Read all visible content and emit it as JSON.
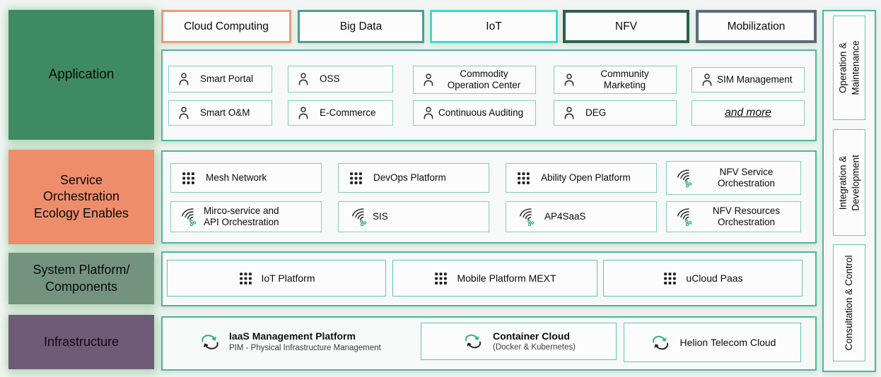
{
  "left_categories": [
    {
      "label": "Application"
    },
    {
      "label": "Service\nOrchestration\nEcology Enables"
    },
    {
      "label": "System Platform/\nComponents"
    },
    {
      "label": "Infrastructure"
    }
  ],
  "top_buttons": [
    {
      "label": "Cloud Computing"
    },
    {
      "label": "Big Data"
    },
    {
      "label": "IoT"
    },
    {
      "label": "NFV"
    },
    {
      "label": "Mobilization"
    }
  ],
  "application": {
    "items": [
      {
        "label": "Smart Portal"
      },
      {
        "label": "OSS"
      },
      {
        "label": "Commodity\nOperation Center"
      },
      {
        "label": "Community\nMarketing"
      },
      {
        "label": "SIM Management"
      },
      {
        "label": "Smart O&M"
      },
      {
        "label": "E-Commerce"
      },
      {
        "label": "Continuous Auditing"
      },
      {
        "label": "DEG"
      },
      {
        "label": "and more"
      }
    ]
  },
  "service_orchestration": {
    "items": [
      {
        "label": "Mesh Network",
        "icon": "grid-icon"
      },
      {
        "label": "DevOps Platform",
        "icon": "grid-icon"
      },
      {
        "label": "Ability Open Platform",
        "icon": "grid-icon"
      },
      {
        "label": "NFV Service\nOrchestration",
        "icon": "orchestration-swirl-icon"
      },
      {
        "label": "Mirco-service and\nAPI Orchestration",
        "icon": "orchestration-swirl-icon"
      },
      {
        "label": "SIS",
        "icon": "orchestration-swirl-icon"
      },
      {
        "label": "AP4SaaS",
        "icon": "orchestration-swirl-icon"
      },
      {
        "label": "NFV Resources\nOrchestration",
        "icon": "orchestration-swirl-icon"
      }
    ]
  },
  "system_platform": {
    "items": [
      {
        "label": "IoT Platform",
        "icon": "grid-icon"
      },
      {
        "label": "Mobile Platform MEXT",
        "icon": "grid-icon"
      },
      {
        "label": "uCloud Paas",
        "icon": "grid-icon"
      }
    ]
  },
  "infrastructure": {
    "iaas_title": "IaaS Management Platform",
    "iaas_subtitle": "PIM - Physical Infrastructure Management",
    "container_cloud_title": "Container Cloud",
    "container_cloud_subtitle": "(Docker & Kubernetes)",
    "helion_label": "Helion Telecom Cloud"
  },
  "right_panel": {
    "items": [
      {
        "label": "Operation &\nMaintenance"
      },
      {
        "label": "Integration &\nDevelopment"
      },
      {
        "label": "Consultation & Control"
      }
    ]
  },
  "colors": {
    "application_block": "#3e8b63",
    "service_block": "#ee8d6c",
    "system_block": "#73937f",
    "infrastructure_block": "#6f5a78",
    "container_border": "#4db5a0",
    "item_border": "#82cfba",
    "cloud_computing_border": "#f09a77",
    "big_data_border": "#4a9e8e",
    "iot_border": "#42d8cd",
    "nfv_border": "#2d5f4e",
    "mobilization_border": "#5b6b7b",
    "accent_green": "#2fae7d"
  }
}
